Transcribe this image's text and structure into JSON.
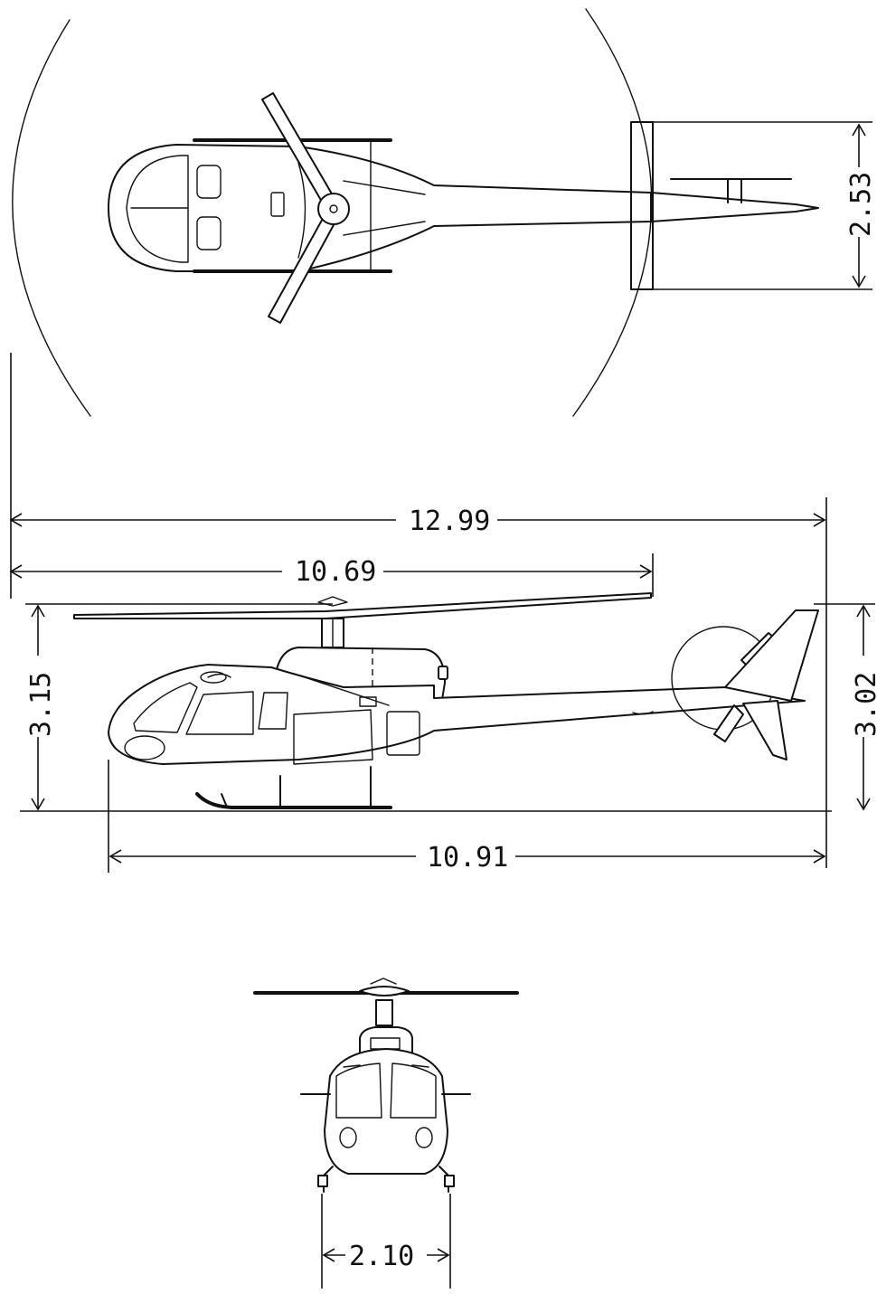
{
  "dimensions": {
    "overall_length": "12.99",
    "rotor_diameter": "10.69",
    "fuselage_length": "10.91",
    "rotor_height": "3.15",
    "tail_height": "3.02",
    "tail_span": "2.53",
    "skid_track": "2.10"
  },
  "icons": {
    "top_view": "helicopter-top-view",
    "side_view": "helicopter-side-view",
    "front_view": "helicopter-front-view"
  },
  "colors": {
    "line": "#111111",
    "background": "#ffffff"
  }
}
